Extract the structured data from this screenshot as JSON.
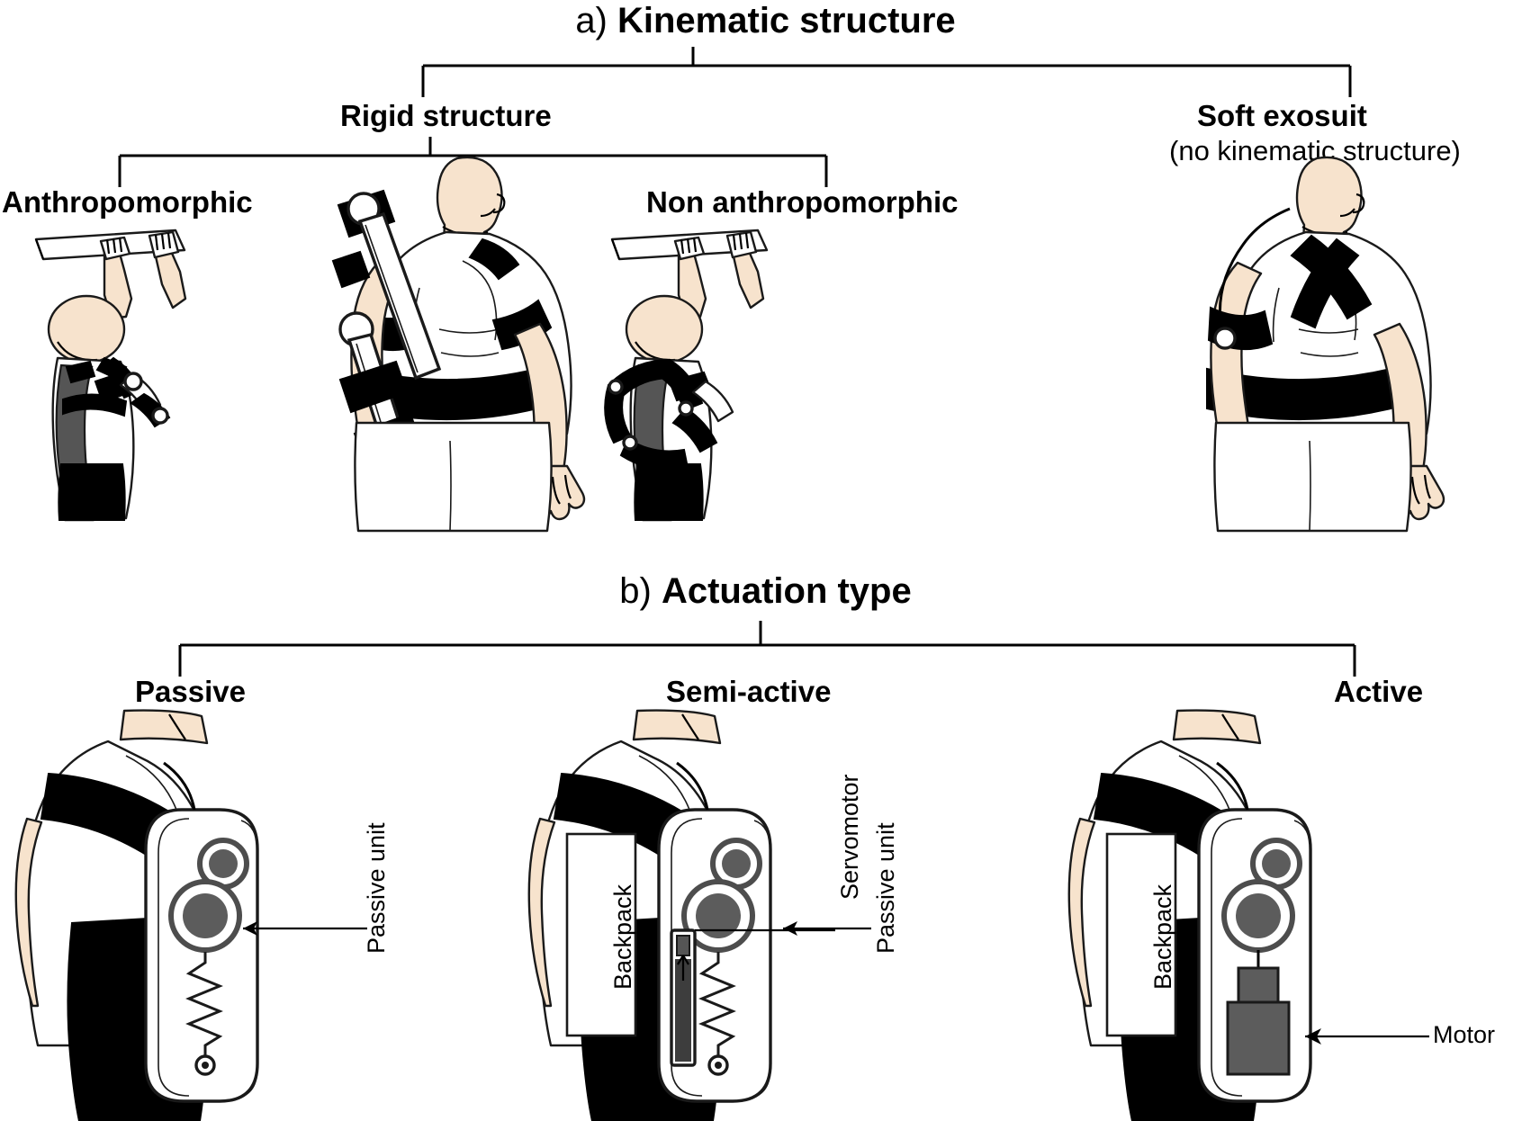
{
  "figure": {
    "background": "#ffffff",
    "ink": "#000000",
    "skin_color": "#f7e3cd",
    "strap_color": "#000000",
    "device_gray": "#5c5c5c"
  },
  "sections": [
    {
      "id": "a",
      "prefix": "a)",
      "title": "Kinematic structure",
      "children": [
        {
          "id": "rigid",
          "label": "Rigid structure",
          "children": [
            {
              "id": "anthropomorphic",
              "label": "Anthropomorphic"
            },
            {
              "id": "non-anthropomorphic",
              "label": "Non anthropomorphic"
            }
          ]
        },
        {
          "id": "soft",
          "label": "Soft exosuit",
          "sublabel": "(no kinematic structure)"
        }
      ]
    },
    {
      "id": "b",
      "prefix": "b)",
      "title": "Actuation type",
      "children": [
        {
          "id": "passive",
          "label": "Passive",
          "callouts": [
            "Passive unit"
          ],
          "has_backpack": false
        },
        {
          "id": "semi-active",
          "label": "Semi-active",
          "callouts": [
            "Servomotor",
            "Passive unit"
          ],
          "backpack_label": "Backpack",
          "has_backpack": true
        },
        {
          "id": "active",
          "label": "Active",
          "callouts": [
            "Motor"
          ],
          "backpack_label": "Backpack",
          "has_backpack": true
        }
      ]
    }
  ],
  "labels": {
    "heading_a_prefix": "a)",
    "heading_a_title": "Kinematic structure",
    "heading_b_prefix": "b)",
    "heading_b_title": "Actuation type",
    "rigid_structure": "Rigid structure",
    "anthropomorphic": "Anthropomorphic",
    "non_anthropomorphic": "Non anthropomorphic",
    "soft_exosuit": "Soft exosuit",
    "soft_exosuit_sub": "(no kinematic structure)",
    "passive": "Passive",
    "semi_active": "Semi-active",
    "active": "Active",
    "passive_unit_1": "Passive unit",
    "servomotor": "Servomotor",
    "passive_unit_2": "Passive unit",
    "backpack_1": "Backpack",
    "backpack_2": "Backpack",
    "motor": "Motor"
  }
}
